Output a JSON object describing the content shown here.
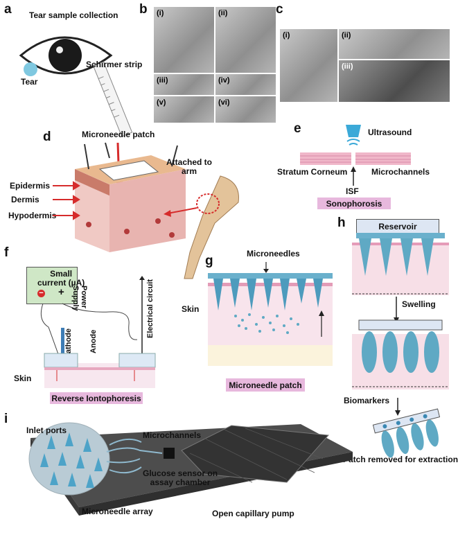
{
  "panel_labels": [
    "a",
    "b",
    "c",
    "d",
    "e",
    "f",
    "g",
    "h",
    "i"
  ],
  "a": {
    "title": "Tear sample collection",
    "tear": "Tear",
    "strip": "Schirmer strip"
  },
  "b": {
    "subs": [
      "(i)",
      "(ii)",
      "(iii)",
      "(iv)",
      "(v)",
      "(vi)"
    ]
  },
  "c": {
    "subs": [
      "(i)",
      "(ii)",
      "(iii)"
    ]
  },
  "d": {
    "patch": "Microneedle patch",
    "epidermis": "Epidermis",
    "dermis": "Dermis",
    "hypodermis": "Hypodermis",
    "attached": "Attached to\narm"
  },
  "e": {
    "ultrasound": "Ultrasound",
    "stratum": "Stratum Corneum",
    "microchannels": "Microchannels",
    "isf": "ISF",
    "box": "Sonophorosis"
  },
  "f": {
    "current": "Small\ncurrent (µA)",
    "power": "Power\nSupply",
    "cathode": "Cathode",
    "anode": "Anode",
    "circuit": "Electrical circuit",
    "skin": "Skin",
    "box": "Reverse Iontophoresis",
    "minus": "−",
    "plus": "+"
  },
  "g": {
    "microneedles": "Microneedles",
    "skin": "Skin",
    "box": "Microneedle patch"
  },
  "h": {
    "reservoir": "Reservoir",
    "swelling": "Swelling",
    "biomarkers": "Biomarkers",
    "removed": "Patch removed for extraction"
  },
  "i": {
    "inlet": "Inlet ports",
    "microchannels": "Microchannels",
    "glucose": "Glucose sensor on\nassay chamber",
    "array": "Microneedle array",
    "pump": "Open capillary pump"
  },
  "colors": {
    "pink_box": "#e7b8dd",
    "needle_blue": "#5fa9c4",
    "skin_pink": "#f4d6df",
    "device_gray": "#5a5a5a",
    "arrow_red": "#d62b2b"
  }
}
